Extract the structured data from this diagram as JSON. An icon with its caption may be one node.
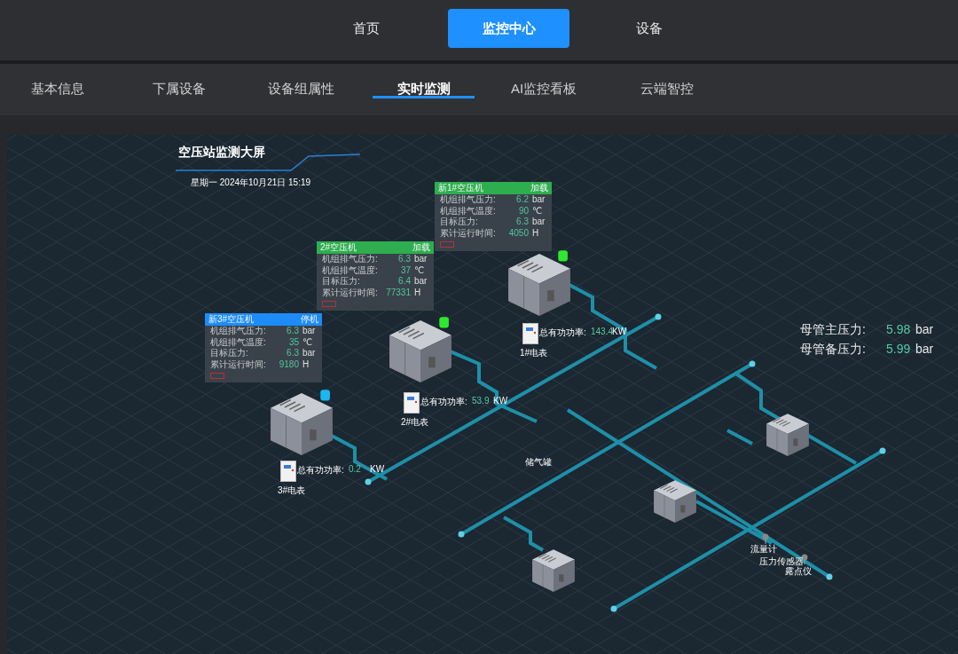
{
  "diagram": {
    "title": "空压站监测大屏",
    "nodes": [
      {
        "text": [
          "新1#空压机",
          "加载",
          "机组排气压力:",
          "6.2",
          "bar",
          "机组排气温度:",
          "90",
          "℃",
          "目标压力:",
          "6.3",
          "bar",
          "累计运行时间:",
          "4050",
          "H"
        ]
      },
      {
        "text": [
          "2#空压机",
          "加载",
          "机组排气压力:",
          "6.3",
          "bar",
          "机组排气温度:",
          "37",
          "℃",
          "目标压力:",
          "6.4",
          "bar",
          "累计运行时间:",
          "77331",
          "H"
        ]
      },
      {
        "text": [
          "新3#空压机",
          "停机",
          "机组排气压力:",
          "6.3",
          "bar",
          "机组排气温度:",
          "35",
          "℃",
          "目标压力:",
          "6.3",
          "bar",
          "累计运行时间:",
          "9180",
          "H"
        ]
      },
      {
        "text": [],
        "shape": "picture"
      },
      {
        "text": [],
        "shape": "picture"
      },
      {
        "text": [],
        "shape": "picture"
      },
      {
        "text": [
          "1#电表"
        ],
        "beside": [
          "总有功功率:",
          "143.4",
          "KW"
        ]
      },
      {
        "text": [
          "2#电表"
        ],
        "beside": [
          "总有功功率:",
          "53.9",
          "KW"
        ]
      },
      {
        "text": [
          "3#电表"
        ],
        "beside": [
          "总有功功率:",
          "0.2",
          "KW"
        ]
      },
      {
        "text": [],
        "shape": "picture"
      },
      {
        "text": [],
        "shape": "picture"
      },
      {
        "text": [],
        "shape": "picture"
      }
    ],
    "labels": [
      "首页",
      "监控中心",
      "设备",
      "基本信息",
      "下属设备",
      "设备组属性",
      "实时监测",
      "AI监控看板",
      "云端智控",
      "星期一 2024年10月21日 15:19",
      "母管主压力:",
      "5.98",
      "bar",
      "母管备压力:",
      "5.99",
      "bar",
      "储气罐",
      "流量计",
      "压力传感器",
      "露点仪"
    ]
  }
}
